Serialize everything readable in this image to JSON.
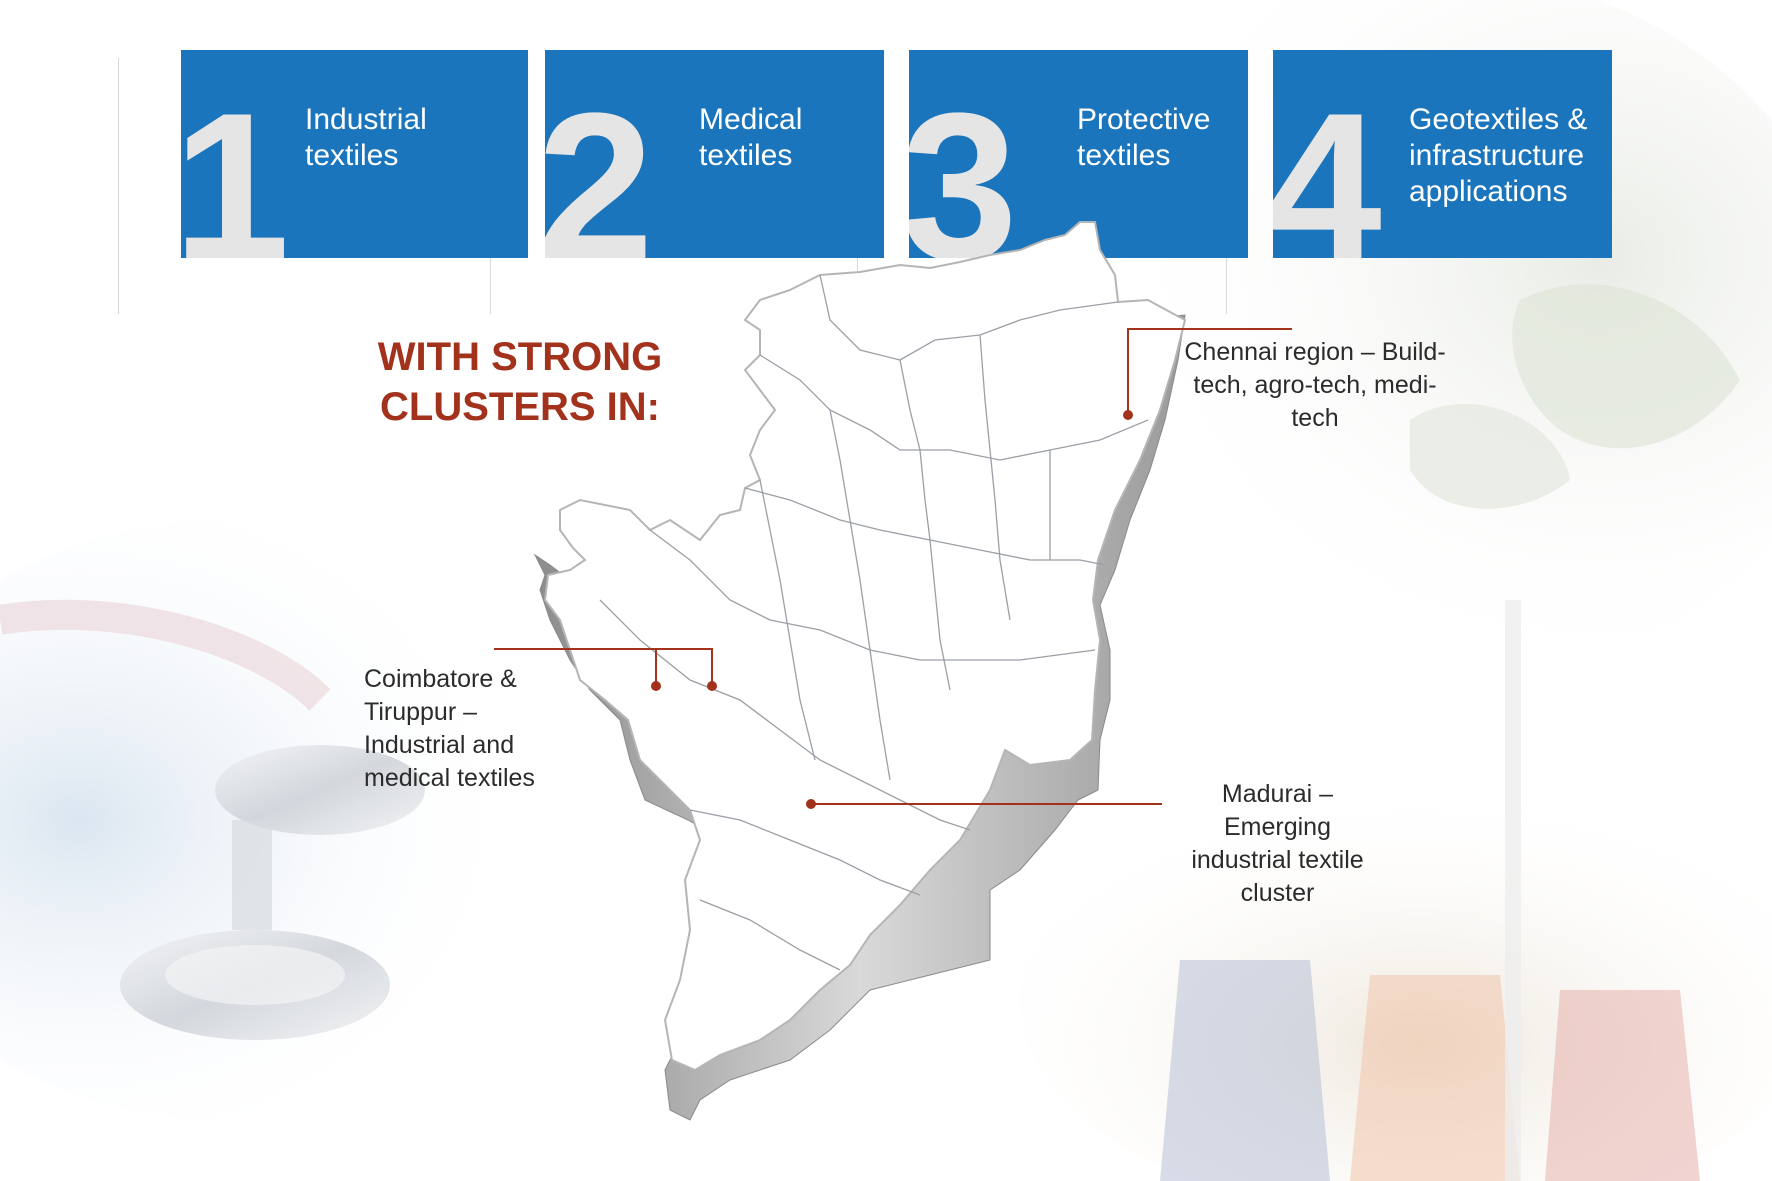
{
  "categories": [
    {
      "number": "1",
      "label": "Industrial textiles"
    },
    {
      "number": "2",
      "label": "Medical textiles"
    },
    {
      "number": "3",
      "label": "Protective textiles"
    },
    {
      "number": "4",
      "label": "Geotextiles & infrastructure applications"
    }
  ],
  "heading": "WITH STRONG CLUSTERS IN:",
  "clusters": {
    "chennai": "Chennai region – Build-tech, agro-tech, medi-tech",
    "coimbatore": "Coimbatore & Tiruppur – Industrial and medical textiles",
    "madurai": "Madurai – Emerging industrial textile cluster"
  },
  "colors": {
    "box_blue": "#1b75bc",
    "number_grey": "#e5e5e5",
    "heading_red": "#a3321c",
    "leader_red": "#a3321c"
  },
  "icons": [
    "stethoscope-image",
    "fabric-image",
    "thread-spools-image"
  ]
}
